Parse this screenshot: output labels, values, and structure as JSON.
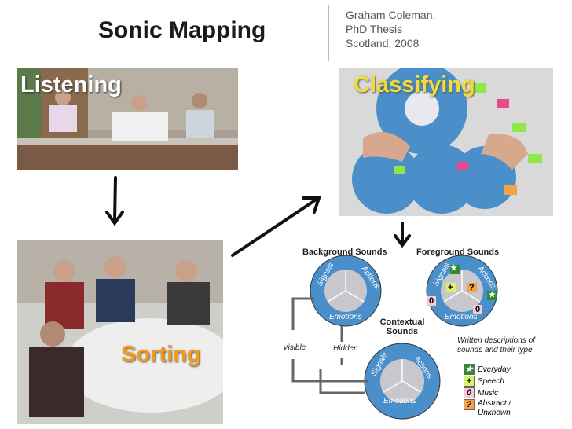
{
  "header": {
    "title": "Sonic Mapping",
    "author_lines": [
      "Graham Coleman,",
      "PhD Thesis",
      "Scotland, 2008"
    ]
  },
  "photos": {
    "listening": "Listening",
    "classifying": "Classifying",
    "sorting": "Sorting"
  },
  "diagram": {
    "background_sounds": "Background Sounds",
    "foreground_sounds": "Foreground Sounds",
    "contextual_sounds": "Contextual Sounds",
    "circle_signals": "Signals",
    "circle_actions": "Actions",
    "circle_emotions": "Emotions",
    "visible": "Visible",
    "hidden": "Hidden",
    "written_desc": "Written descriptions of sounds and their type"
  },
  "legend": [
    {
      "symbol": "★",
      "label": "Everyday",
      "color": "#2e8b2e",
      "fg": "#ffffff"
    },
    {
      "symbol": "+",
      "label": "Speech",
      "color": "#d8f26a",
      "fg": "#222222"
    },
    {
      "symbol": "0",
      "label": "Music",
      "color": "#f6c9d6",
      "fg": "#222222"
    },
    {
      "symbol": "?",
      "label": "Abstract / Unknown",
      "color": "#f4a24a",
      "fg": "#222222"
    }
  ],
  "colors": {
    "circle_fill": "#4a8fc9",
    "inner_fill": "#c8c8cc",
    "classifying_label": "#f0dc3a",
    "sorting_label": "#f49a1c"
  }
}
